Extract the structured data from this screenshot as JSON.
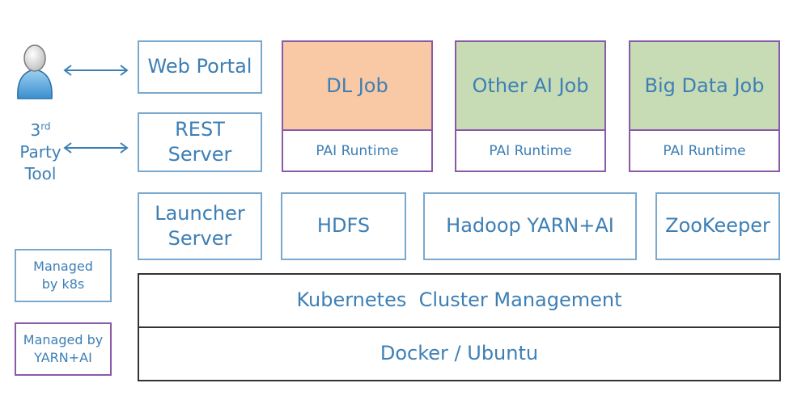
{
  "tool": {
    "prefix": "3",
    "sup": "rd",
    "party": " Party",
    "tool": "Tool"
  },
  "web_portal": "Web Portal",
  "rest_server": {
    "line1": "REST",
    "line2": "Server"
  },
  "launcher_server": {
    "line1": "Launcher",
    "line2": "Server"
  },
  "jobs": [
    {
      "name": "DL Job",
      "runtime": "PAI Runtime"
    },
    {
      "name": "Other AI Job",
      "runtime": "PAI Runtime"
    },
    {
      "name": "Big Data Job",
      "runtime": "PAI Runtime"
    }
  ],
  "hdfs": "HDFS",
  "yarn": "Hadoop YARN+AI",
  "zookeeper": "ZooKeeper",
  "kubernetes": "Kubernetes  Cluster Management",
  "docker": "Docker / Ubuntu",
  "legend": {
    "k8s": {
      "line1": "Managed",
      "line2": "by k8s"
    },
    "yarn": {
      "line1": "Managed by",
      "line2": "YARN+AI"
    }
  },
  "colors": {
    "blue_border": "#7aa9cf",
    "purple_border": "#8a5aa8",
    "text": "#3d7fb5",
    "dl_fill": "#f8c9a4",
    "green_fill": "#c7dcb4"
  }
}
